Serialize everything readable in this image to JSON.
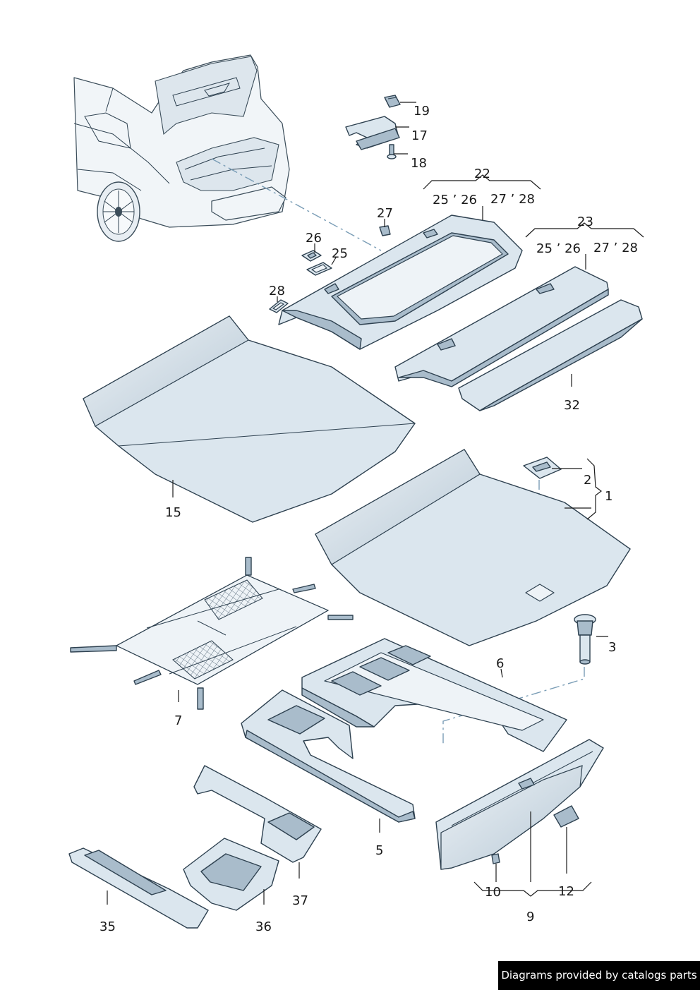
{
  "labels": {
    "p1": "1",
    "p2": "2",
    "p3": "3",
    "p5": "5",
    "p6": "6",
    "p7": "7",
    "p9": "9",
    "p10": "10",
    "p12": "12",
    "p15": "15",
    "p17": "17",
    "p18": "18",
    "p19": "19",
    "p22": "22",
    "p23": "23",
    "p25": "25",
    "p26": "26",
    "p27": "27",
    "p28": "28",
    "p32": "32",
    "p35": "35",
    "p36": "36",
    "p37": "37",
    "v22a": "25 ʼ 26",
    "v22b": "27 ʼ 28",
    "v23a": "25 ʼ 26",
    "v23b": "27 ʼ 28"
  },
  "credit": "Diagrams provided by catalogs parts",
  "colors": {
    "part_fill": "#dbe6ee",
    "part_dark": "#a9bccb",
    "outline": "#2e4150",
    "dash": "#7a9db6"
  }
}
